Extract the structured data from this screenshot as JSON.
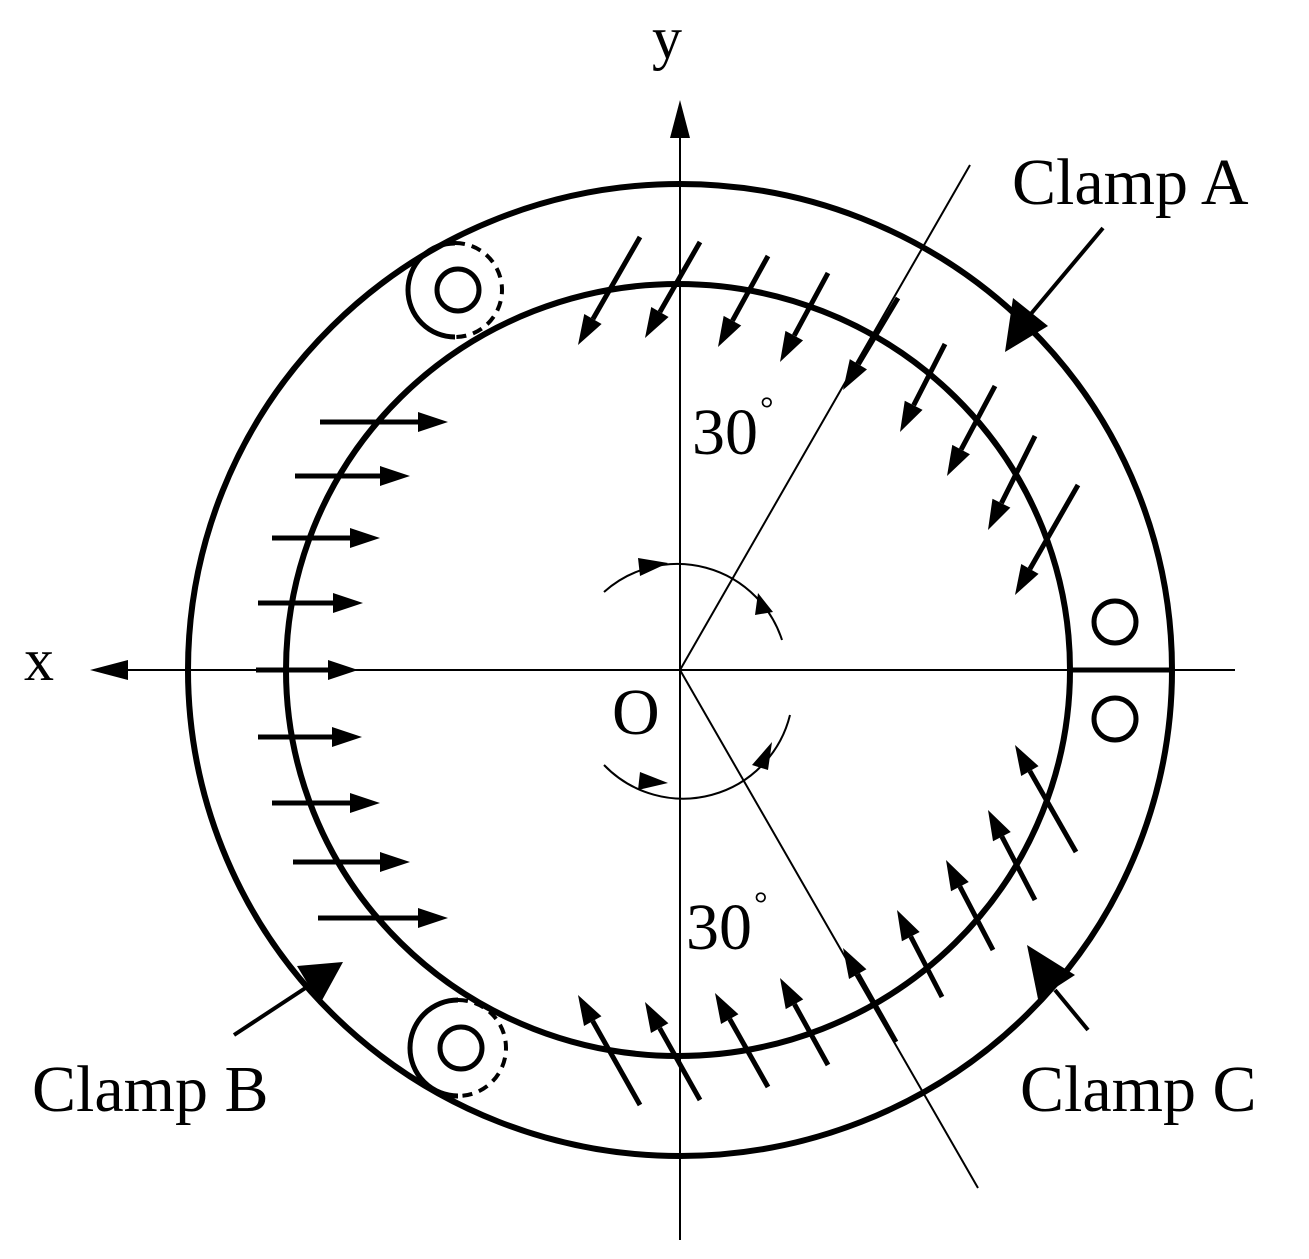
{
  "labels": {
    "axis_y": "y",
    "axis_x": "x",
    "origin": "O",
    "clamp_a": "Clamp A",
    "clamp_b": "Clamp B",
    "clamp_c": "Clamp C",
    "angle_top": "30",
    "angle_bottom": "30",
    "degree": "°"
  },
  "colors": {
    "stroke": "#000000",
    "background": "#ffffff"
  }
}
